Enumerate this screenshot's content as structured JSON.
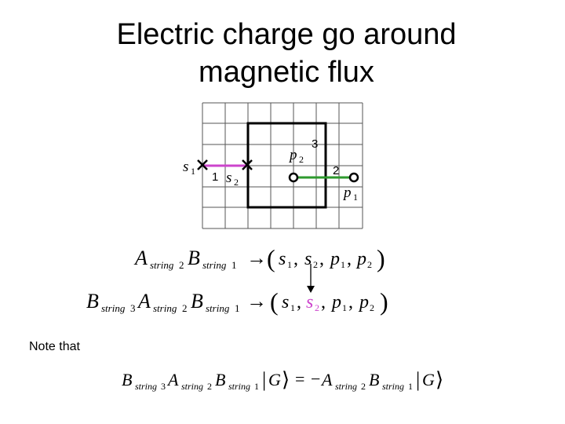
{
  "title": {
    "line1": "Electric charge go around",
    "line2": "magnetic flux"
  },
  "lattice": {
    "labels": {
      "s1": "s",
      "s1_sub": "1",
      "s2": "s",
      "s2_sub": "2",
      "p1": "p",
      "p1_sub": "1",
      "p2": "p",
      "p2_sub": "2",
      "string1": "1",
      "string2": "2",
      "string3": "3"
    },
    "colors": {
      "string1": "#cc44cc",
      "string2": "#2e9a2e",
      "grid": "#000000"
    }
  },
  "equations": {
    "eq1": {
      "lhs": "A_string2 B_string1",
      "rhs": "(s1, s2, p1, p2)"
    },
    "eq2": {
      "lhs": "B_string3 A_string2 B_string1",
      "rhs": "(s1, s2, p1, p2)",
      "highlight": "s2",
      "highlight_color": "#cc44cc"
    },
    "eq3": {
      "lhs": "B_string3 A_string2 B_string1 |G⟩",
      "rhs": "−A_string2 B_string1 |G⟩"
    },
    "tokens": {
      "A": "A",
      "B": "B",
      "string": "string",
      "n1": "1",
      "n2": "2",
      "n3": "3",
      "arrow": "→",
      "lparen": "(",
      "rparen": ")",
      "comma": ",",
      "s": "s",
      "p": "p",
      "G": "G",
      "bar": "|",
      "rangle": "⟩",
      "equals": "=",
      "minus": "−"
    }
  },
  "note": "Note that"
}
